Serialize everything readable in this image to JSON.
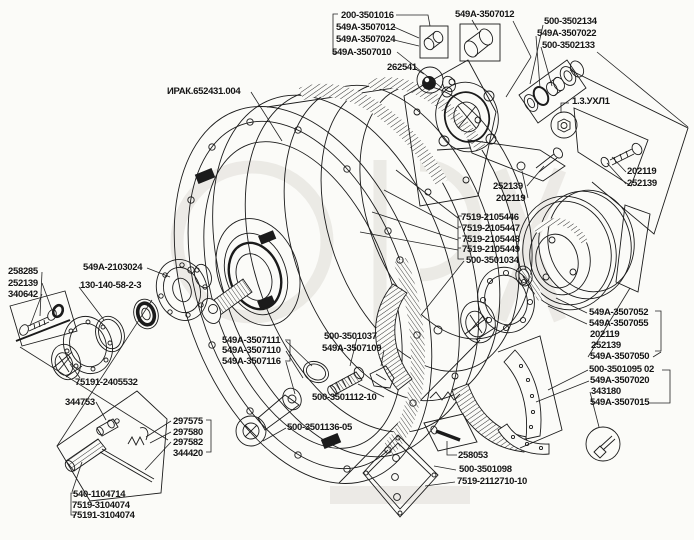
{
  "diagram": {
    "kind": "exploded-parts-diagram",
    "assembly_code": "ИРАК.652431.004",
    "groups": {
      "top_left": {
        "items": [
          "200-3501016",
          "549A-3507012",
          "549A-3507024",
          "549A-3507010"
        ]
      },
      "top_center": {
        "items": [
          "549A-3507012"
        ]
      },
      "ball": {
        "items": [
          "262541"
        ]
      },
      "seal_kit": {
        "items": [
          "500-3502134",
          "549A-3507022",
          "500-3502133"
        ]
      },
      "climate": {
        "items": [
          "1.3.УХЛ1"
        ]
      },
      "bolt_pair_right": {
        "items": [
          "202119",
          "252139"
        ]
      },
      "bolt_pair_mid": {
        "items": [
          "252139",
          "202119"
        ]
      },
      "bands": {
        "items": [
          "7519-2105446",
          "7519-2105447",
          "7519-2105448",
          "7519-2105449",
          "500-3501034"
        ]
      },
      "left_kit": {
        "items": [
          "258285",
          "252139",
          "340642"
        ]
      },
      "left_hub": {
        "items": [
          "549A-2103024",
          "130-140-58-2-3",
          "75191-2405532"
        ]
      },
      "drum_right": {
        "items": [
          "549A-3507052",
          "549A-3507055",
          "202119",
          "252139",
          "549A-3507050"
        ]
      },
      "shoe_right": {
        "items": [
          "500-3501095 02",
          "549A-3507020",
          "343180",
          "549A-3507015"
        ]
      },
      "lever": {
        "items": [
          "549A-3507111",
          "549A-3507110",
          "549A-3507116"
        ]
      },
      "adjuster": {
        "items": [
          "500-3501037",
          "549A-3507109",
          "500-3501112-10",
          "500-3501136-05"
        ]
      },
      "bottom_plate": {
        "items": [
          "258053",
          "500-3501098",
          "7519-2112710-10"
        ]
      },
      "bl_kit": {
        "items": [
          "344753",
          "297575",
          "297580",
          "297582",
          "344420"
        ]
      },
      "bl_rods": {
        "items": [
          "540-1104714",
          "7519-3104074",
          "75191-3104074"
        ]
      }
    },
    "ink_color": "#1b1b1b",
    "paper_color": "#fbfbf8"
  }
}
